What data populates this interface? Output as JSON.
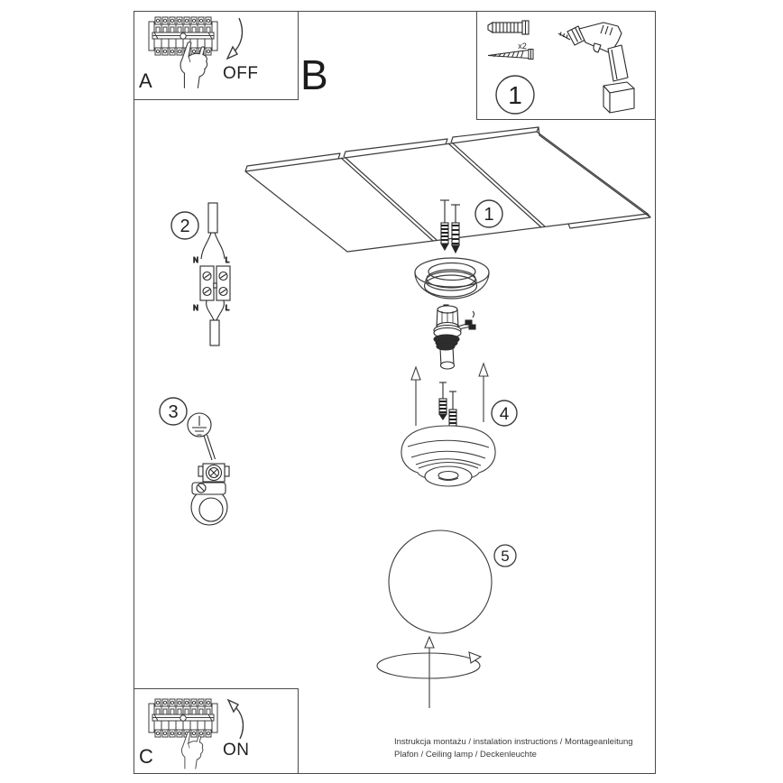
{
  "colors": {
    "line": "#3c3c3c",
    "dark": "#1f1f1f",
    "text": "#222222"
  },
  "boxes": {
    "a": {
      "label": "A",
      "action": "OFF"
    },
    "b": {
      "label": "B"
    },
    "c": {
      "label": "C",
      "action": "ON"
    },
    "tools": {
      "step": "1",
      "quantity": "x2"
    }
  },
  "steps": {
    "ceiling": "1",
    "wiring": "2",
    "ground": "3",
    "base": "4",
    "shade": "5"
  },
  "wiring_labels": {
    "n_top": "N",
    "l_top": "L",
    "n_bottom": "N",
    "l_bottom": "L"
  },
  "footer": {
    "line1": "Instrukcja montażu / instalation instructions / Montageanleitung",
    "line2": "Plafon / Ceiling lamp / Deckenleuchte"
  }
}
